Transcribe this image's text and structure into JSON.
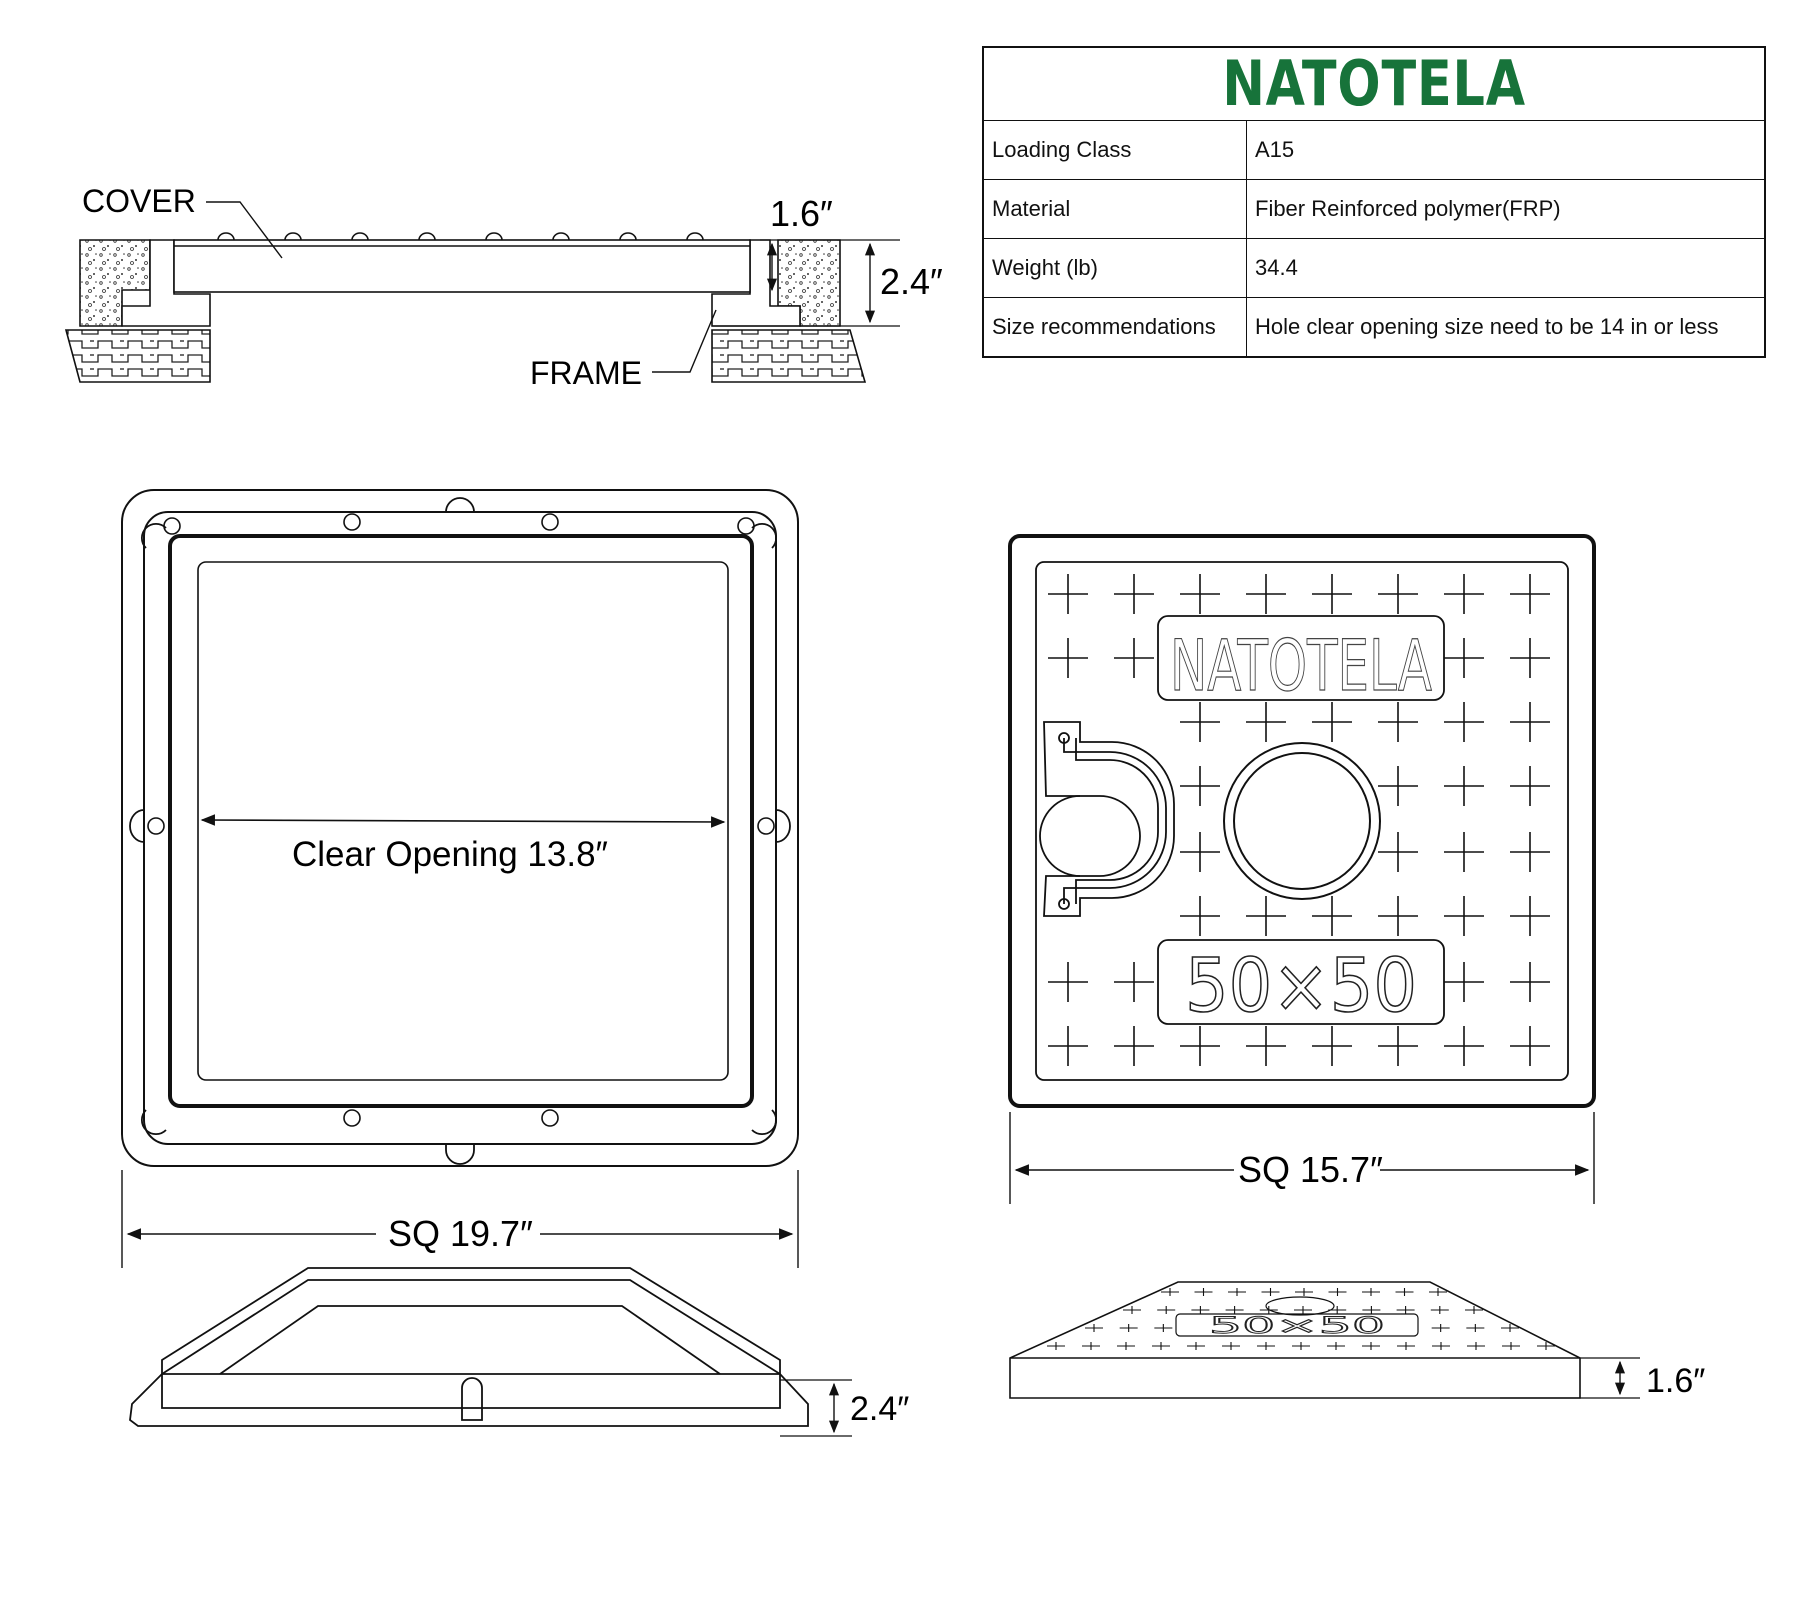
{
  "brand": {
    "name": "NATOTELA",
    "color": "#17733a"
  },
  "spec_table": {
    "rows": [
      {
        "label": "Loading Class",
        "value": "A15"
      },
      {
        "label": "Material",
        "value": "Fiber Reinforced polymer(FRP)"
      },
      {
        "label": "Weight (lb)",
        "value": "34.4"
      },
      {
        "label": "Size recommendations",
        "value": "Hole clear opening size need to be 14 in or less"
      }
    ]
  },
  "cross_section": {
    "cover_label": "COVER",
    "frame_label": "FRAME",
    "cover_thickness": "1.6″",
    "frame_height": "2.4″"
  },
  "frame_view": {
    "clear_opening": "Clear Opening 13.8″",
    "outer_size": "SQ 19.7″",
    "height": "2.4″"
  },
  "cover_view": {
    "embossed_brand": "NATOTELA",
    "embossed_size": "50×50",
    "outer_size": "SQ 15.7″",
    "thickness": "1.6″"
  }
}
